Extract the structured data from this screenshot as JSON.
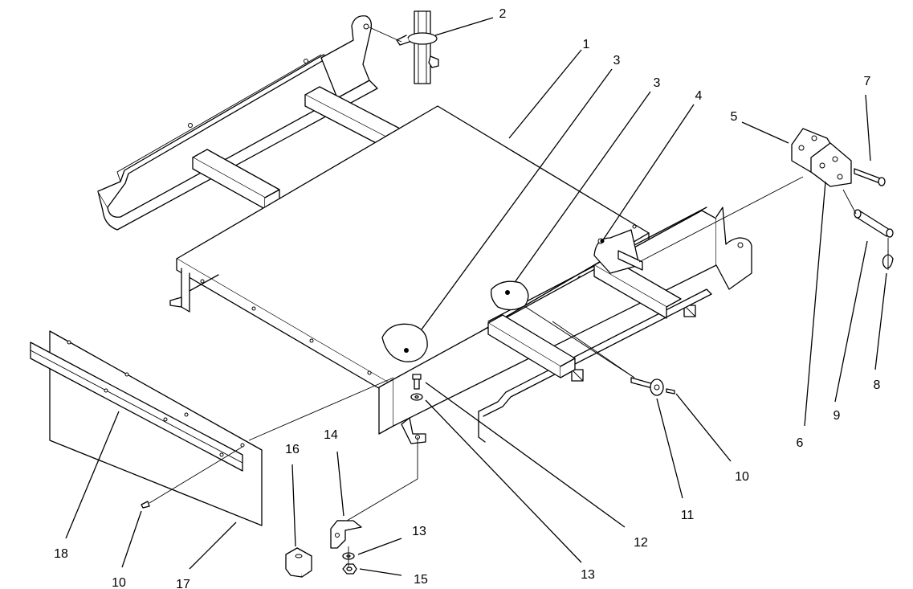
{
  "callouts": {
    "c1": "1",
    "c2": "2",
    "c3a": "3",
    "c3b": "3",
    "c4": "4",
    "c5": "5",
    "c6": "6",
    "c7": "7",
    "c8": "8",
    "c9": "9",
    "c10a": "10",
    "c10b": "10",
    "c11": "11",
    "c12": "12",
    "c13a": "13",
    "c13b": "13",
    "c14": "14",
    "c15": "15",
    "c16": "16",
    "c17": "17",
    "c18": "18"
  },
  "colors": {
    "line": "#000000",
    "background": "#ffffff"
  }
}
